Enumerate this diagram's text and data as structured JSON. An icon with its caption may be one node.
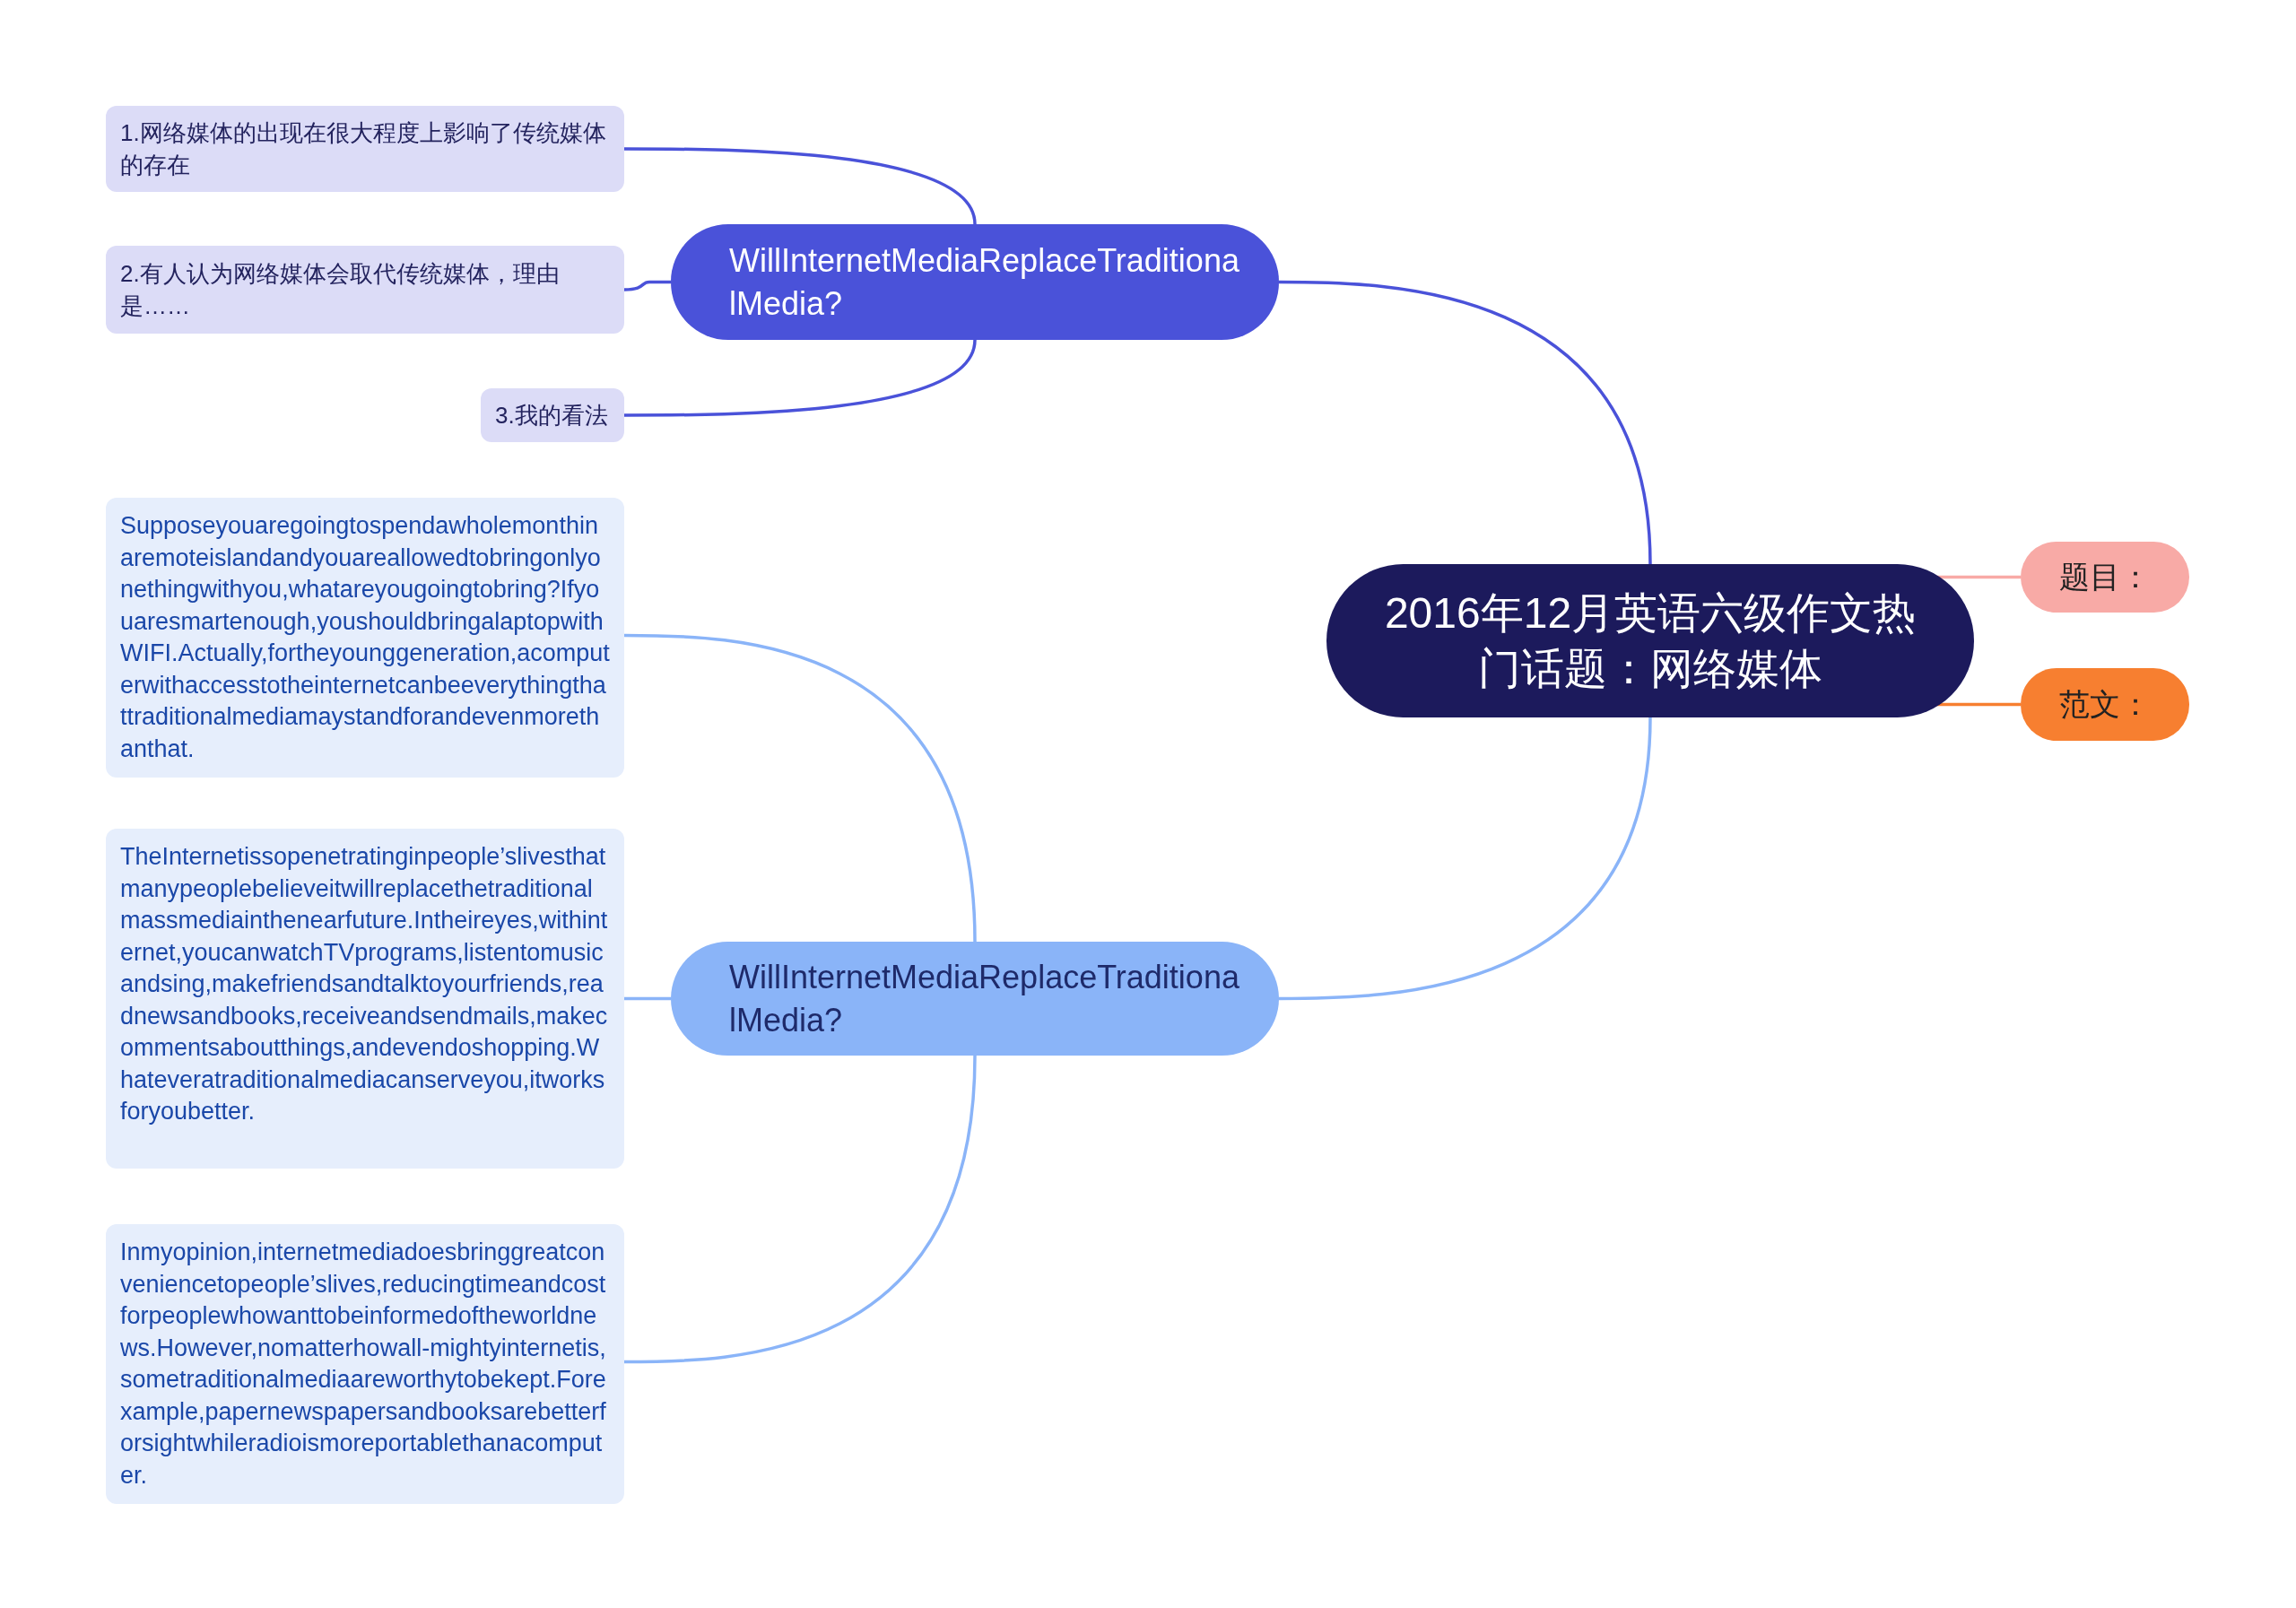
{
  "diagram": {
    "nodes": [
      {
        "text": [
          "2016年12月英语六级作文热门话题：网络媒体"
        ]
      },
      {
        "text": [
          "题目："
        ]
      },
      {
        "text": [
          "范文："
        ]
      },
      {
        "text": [
          "WillInternetMediaReplaceTraditionalMedia?"
        ]
      },
      {
        "text": [
          "WillInternetMediaReplaceTraditionalMedia?"
        ]
      },
      {
        "text": [
          "1.网络媒体的出现在很大程度上影响了传统媒体的存在"
        ]
      },
      {
        "text": [
          "2.有人认为网络媒体会取代传统媒体，理由是……"
        ]
      },
      {
        "text": [
          "3.我的看法"
        ]
      },
      {
        "text": [
          "Supposeyouaregoingtospendawholemonthinaremoteislandandyouareallowedtobringonlyonethingwithyou,whatareyougoingtobring?Ifyouaresmartenough,youshouldbringalaptopwithWIFI.Actually,fortheyounggeneration,acomputerwithaccesstotheinternetcanbeeverythingthattraditionalmediamaystandforandevenmorethanthat."
        ]
      },
      {
        "text": [
          "TheInternetissopenetratinginpeople’slivesthatmanypeoplebelieveitwillreplacethetraditionalmassmediainthenearfuture.Intheireyes,withinternet,youcanwatchTVprograms,listentomusicandsing,makefriendsandtalktoyourfriends,readnewsandbooks,receiveandsendmails,makecommentsaboutthings,andevendoshopping.Whateveratraditionalmediacanserveyou,itworksforyoubetter."
        ]
      },
      {
        "text": [
          "Inmyopinion,internetmediadoesbringgreatconveniencetopeople’slives,reducingtimeandcostforpeoplewhowanttobeinformedoftheworldnews.However,nomatterhowall-mightyinternetis,sometraditionalmediaareworthytobekept.Forexample,papernewspapersandbooksarebetterforsightwhileradioismoreportablethanacomputer."
        ]
      }
    ],
    "edges": [
      {
        "from": 0,
        "to": 1,
        "arrow": "none",
        "color": "#f8aaa6"
      },
      {
        "from": 0,
        "to": 2,
        "arrow": "none",
        "color": "#f77f30"
      },
      {
        "from": 0,
        "to": 3,
        "arrow": "none",
        "color": "#4a52d9"
      },
      {
        "from": 0,
        "to": 4,
        "arrow": "none",
        "color": "#8ab4f8"
      },
      {
        "from": 3,
        "to": 5,
        "arrow": "none",
        "color": "#4a52d9"
      },
      {
        "from": 3,
        "to": 6,
        "arrow": "none",
        "color": "#4a52d9"
      },
      {
        "from": 3,
        "to": 7,
        "arrow": "none",
        "color": "#4a52d9"
      },
      {
        "from": 4,
        "to": 8,
        "arrow": "none",
        "color": "#8ab4f8"
      },
      {
        "from": 4,
        "to": 9,
        "arrow": "none",
        "color": "#8ab4f8"
      },
      {
        "from": 4,
        "to": 10,
        "arrow": "none",
        "color": "#8ab4f8"
      }
    ]
  }
}
